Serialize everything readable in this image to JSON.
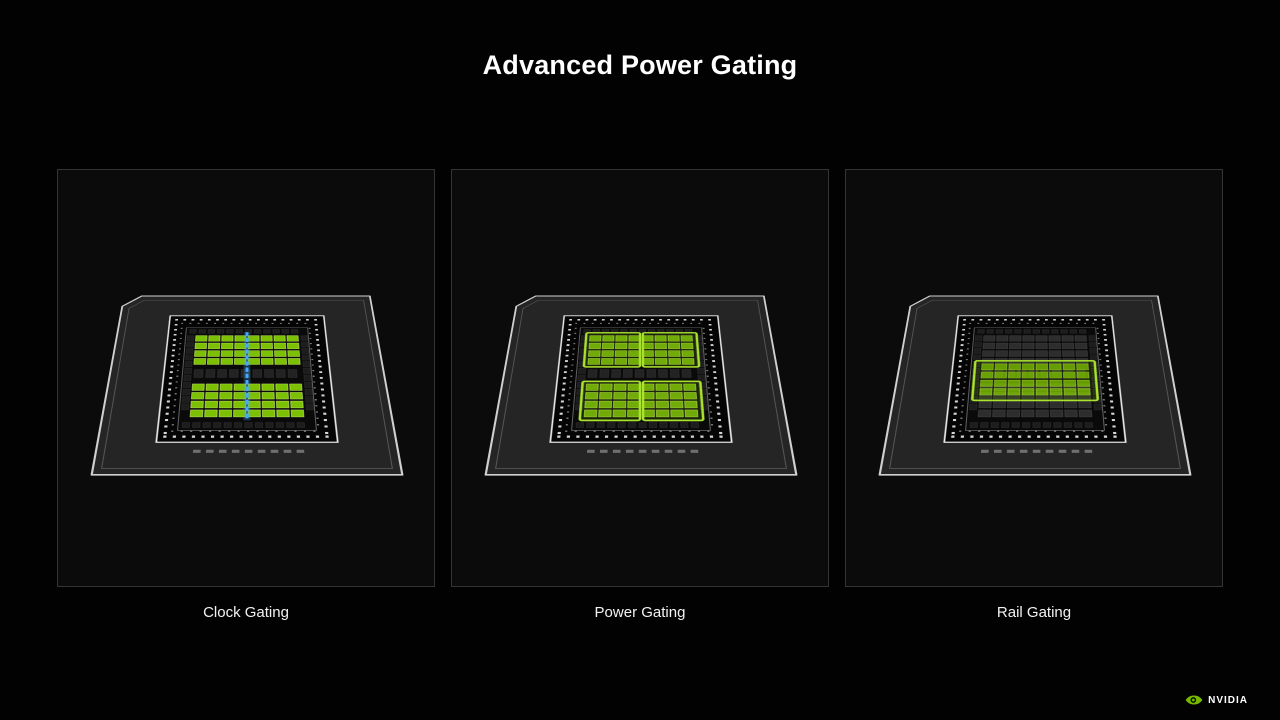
{
  "slide": {
    "title": "Advanced Power Gating",
    "panels": [
      {
        "label": "Clock Gating",
        "mode": "clock"
      },
      {
        "label": "Power Gating",
        "mode": "power"
      },
      {
        "label": "Rail Gating",
        "mode": "rail"
      }
    ],
    "brand": {
      "name": "NVIDIA"
    },
    "colors": {
      "nvidia_green": "#76b900",
      "cell_green": "#7fc800",
      "highlight_green": "#a9e32e",
      "clock_blue": "#45aaff"
    }
  }
}
